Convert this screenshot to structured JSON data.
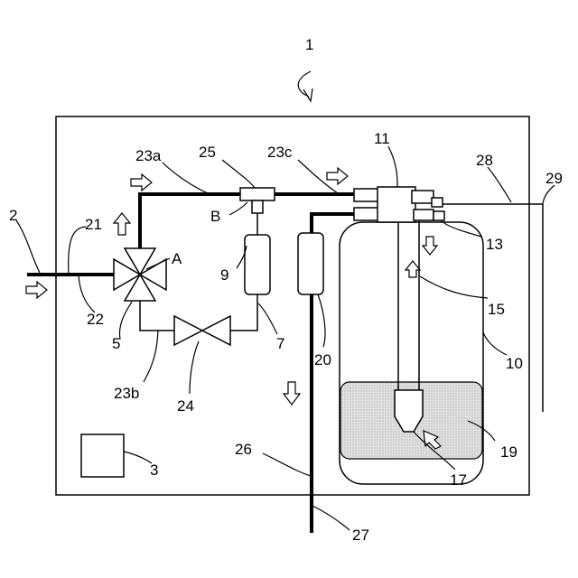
{
  "labels": {
    "system": "1",
    "inlet": "2",
    "controller": "3",
    "three_way_valve": "5",
    "line_7": "7",
    "component_9": "9",
    "tank": "10",
    "head": "11",
    "outlet_13": "13",
    "tube_15": "15",
    "nozzle_17": "17",
    "liquid": "19",
    "component_20": "20",
    "pipe_21": "21",
    "pipe_22": "22",
    "pipe_23a": "23a",
    "pipe_23b": "23b",
    "pipe_23c": "23c",
    "valve_24": "24",
    "tee_25": "25",
    "pipe_26": "26",
    "pipe_27": "27",
    "pipe_28": "28",
    "pipe_29": "29",
    "port_a": "A",
    "port_b": "B"
  }
}
